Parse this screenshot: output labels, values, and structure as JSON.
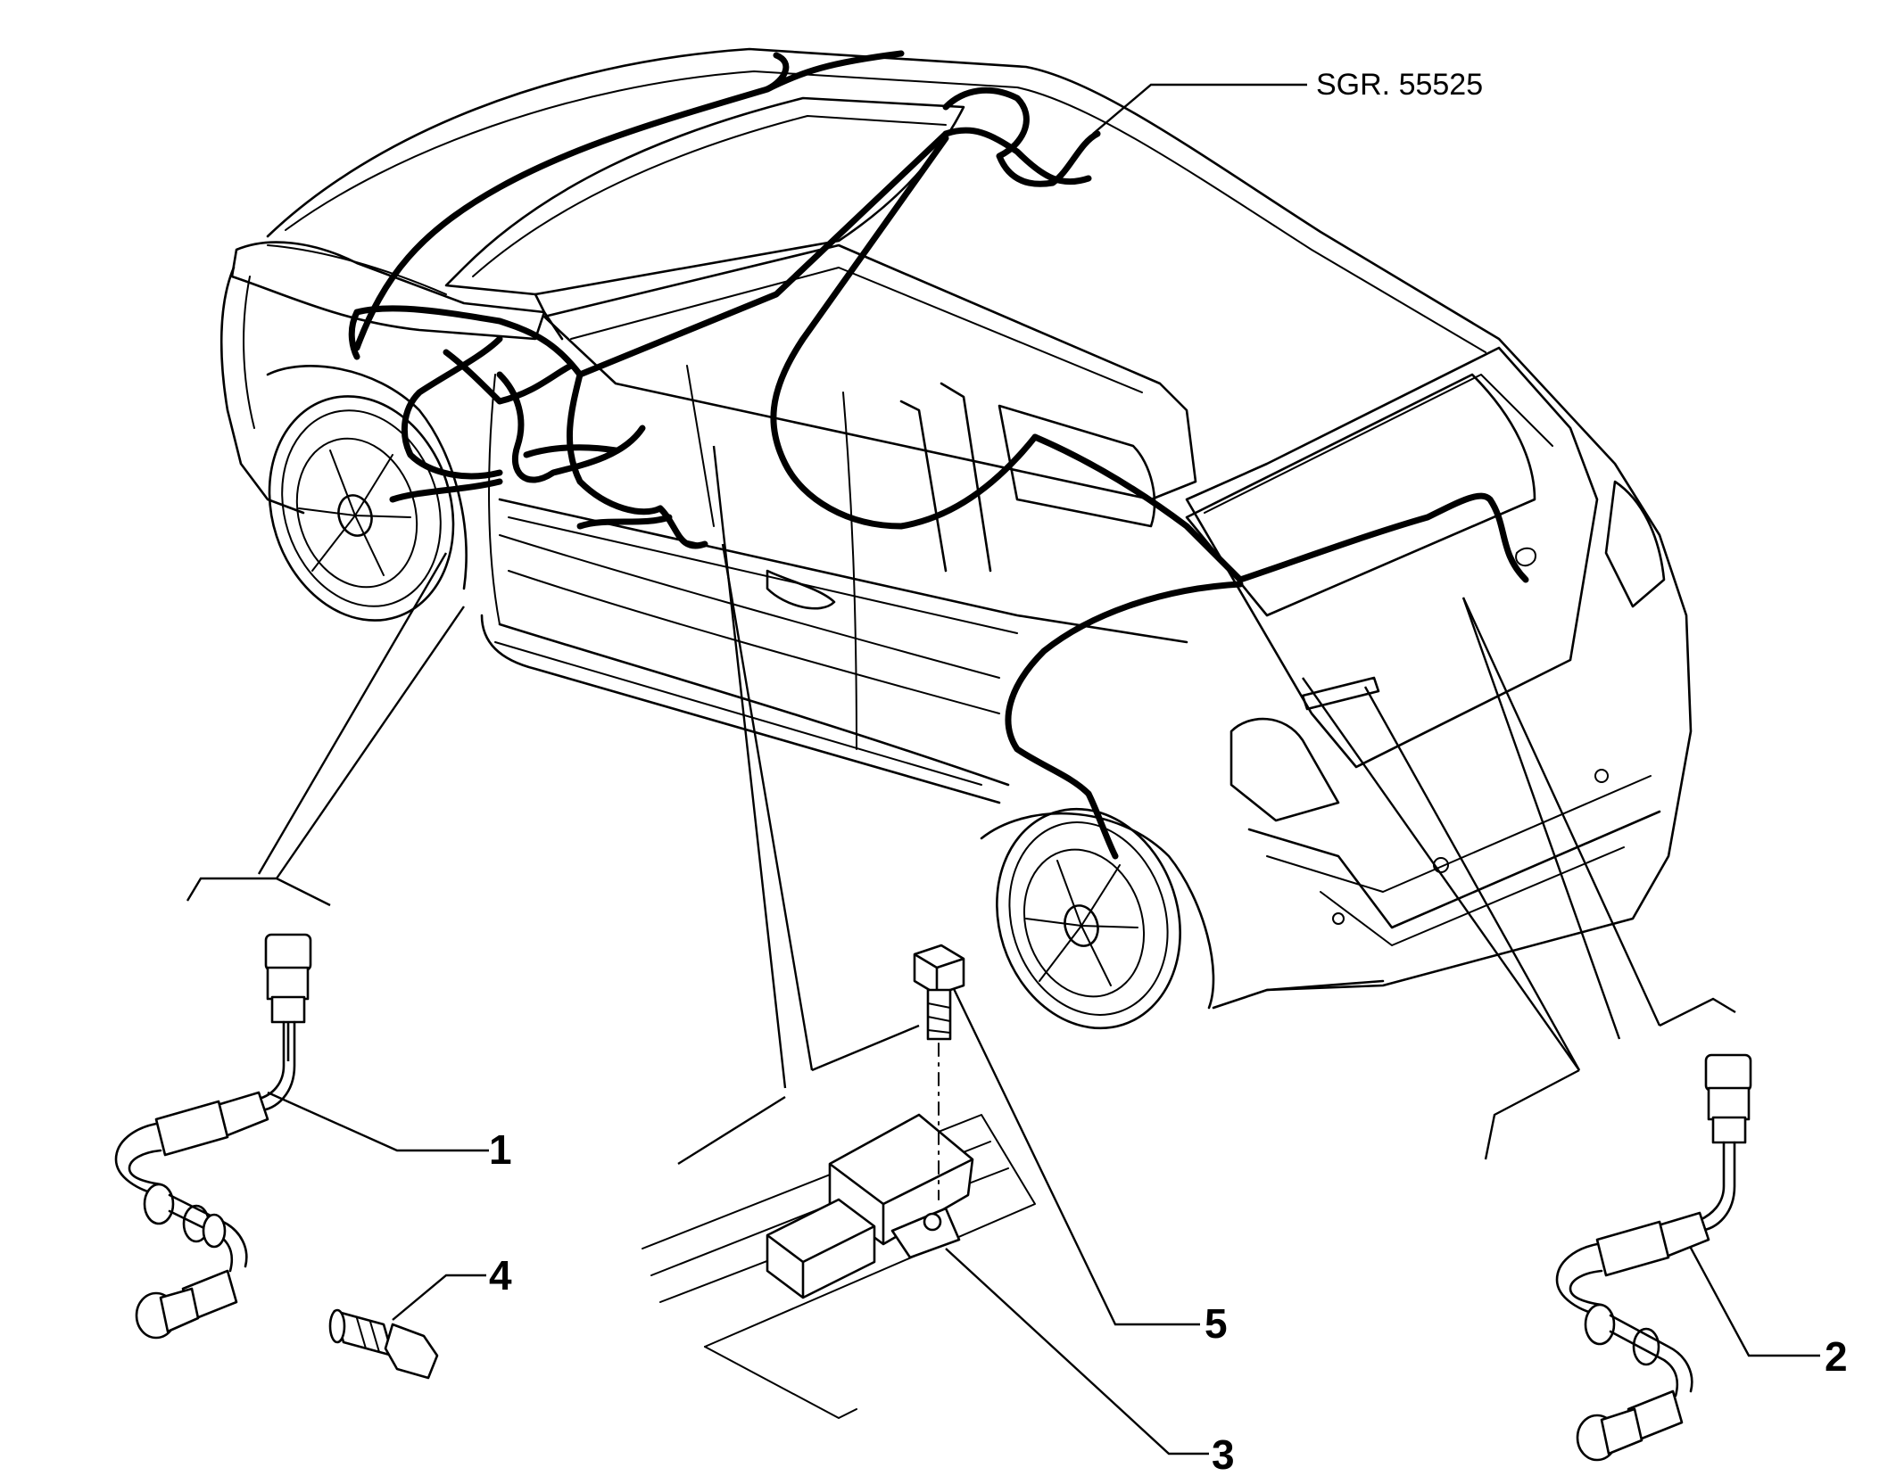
{
  "diagram": {
    "reference_label": "SGR. 55525",
    "callouts": [
      {
        "id": "1",
        "label": "1"
      },
      {
        "id": "2",
        "label": "2"
      },
      {
        "id": "3",
        "label": "3"
      },
      {
        "id": "4",
        "label": "4"
      },
      {
        "id": "5",
        "label": "5"
      }
    ],
    "colors": {
      "line": "#000000",
      "background": "#ffffff"
    }
  }
}
